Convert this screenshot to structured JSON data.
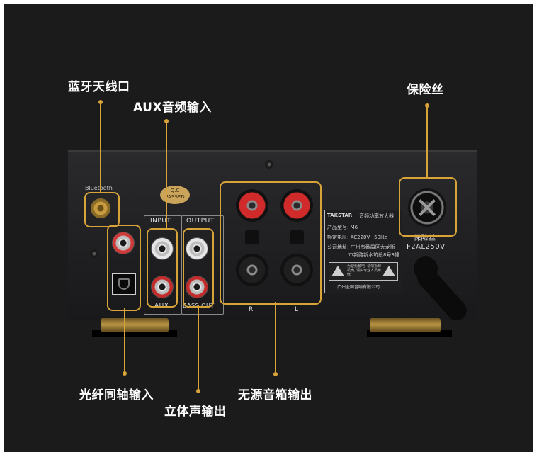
{
  "callouts": {
    "bluetooth_antenna": "蓝牙天线口",
    "aux_input": "AUX音频输入",
    "fuse": "保险丝",
    "optical_coax_input": "光纤同轴输入",
    "stereo_output": "立体声输出",
    "passive_speaker_output": "无源音箱输出"
  },
  "panel": {
    "bluetooth": "Bluetooth",
    "qc_line1": "Q.C",
    "qc_line2": "PASSED",
    "input": "INPUT",
    "output": "OUTPUT",
    "aux": "AUX",
    "bass_out": "BASS OUT",
    "right": "R",
    "left": "L",
    "fuse_label": "保险丝",
    "fuse_rating": "F2AL250V",
    "info": {
      "brand": "TAKSTAR",
      "product_type": "音频功率放大器",
      "model_line": "产品型号: M6",
      "voltage_line": "额定电压: AC220V~50Hz",
      "address_line1": "公司地址: 广州市番禺区大龙街",
      "address_line2": "市新路新水坑段8号3幢",
      "warning_text": "为避免触电, 请勿拆卸机壳, 请由专业人员维修",
      "company": "广州全图音响有限公司"
    }
  },
  "colors": {
    "callout": "#d8a43a",
    "rca_red": "#c42b2b",
    "rca_white": "#e6e6e6",
    "binding_red": "#d12a2a",
    "binding_black": "#1f1f1f",
    "background": "#1b1b1b"
  }
}
